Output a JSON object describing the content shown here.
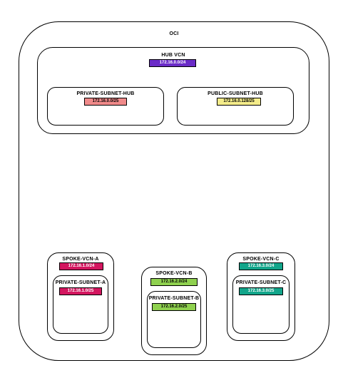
{
  "oci": {
    "label": "OCI"
  },
  "hub_vcn": {
    "label": "HUB VCN",
    "cidr": "172.16.0.0/24",
    "color": "#6a2bc7",
    "subnets": [
      {
        "label": "PRIVATE-SUBNET-HUB",
        "cidr": "172.16.0.0/25",
        "color": "#f08a8a"
      },
      {
        "label": "PUBLIC-SUBNET-HUB",
        "cidr": "172.16.0.128/25",
        "color": "#f4ec8a"
      }
    ]
  },
  "spokes": [
    {
      "label": "SPOKE-VCN-A",
      "cidr": "172.16.1.0/24",
      "color": "#d3165f",
      "subnet": {
        "label": "PRIVATE-SUBNET-A",
        "cidr": "172.16.1.0/25",
        "color": "#d3165f"
      }
    },
    {
      "label": "SPOKE-VCN-B",
      "cidr": "172.16.2.0/24",
      "color": "#8fd14f",
      "subnet": {
        "label": "PRIVATE-SUBNET-B",
        "cidr": "172.16.2.0/25",
        "color": "#8fd14f"
      }
    },
    {
      "label": "SPOKE-VCN-C",
      "cidr": "172.16.3.0/24",
      "color": "#12a58a",
      "subnet": {
        "label": "PRIVATE-SUBNET-C",
        "cidr": "172.16.3.0/25",
        "color": "#12a58a"
      }
    }
  ]
}
